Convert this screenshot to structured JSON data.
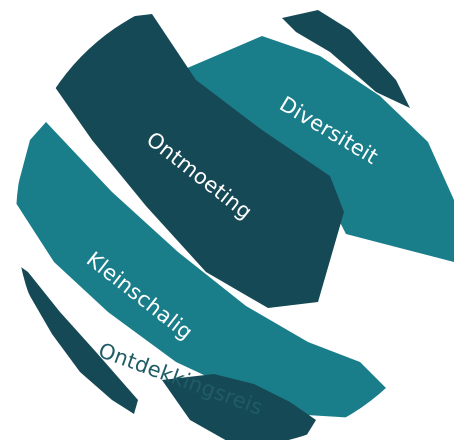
{
  "labels": {
    "diversiteit": "Diversiteit",
    "ontmoeting": "Ontmoeting",
    "kleinschalig": "Kleinschalig",
    "ontdekkingsreis": "Ontdekkingsreis"
  },
  "colors": {
    "dark": "#164956",
    "teal": "#1a7e8a",
    "text_light": "#ffffff",
    "text_dark": "#1f5c66"
  }
}
